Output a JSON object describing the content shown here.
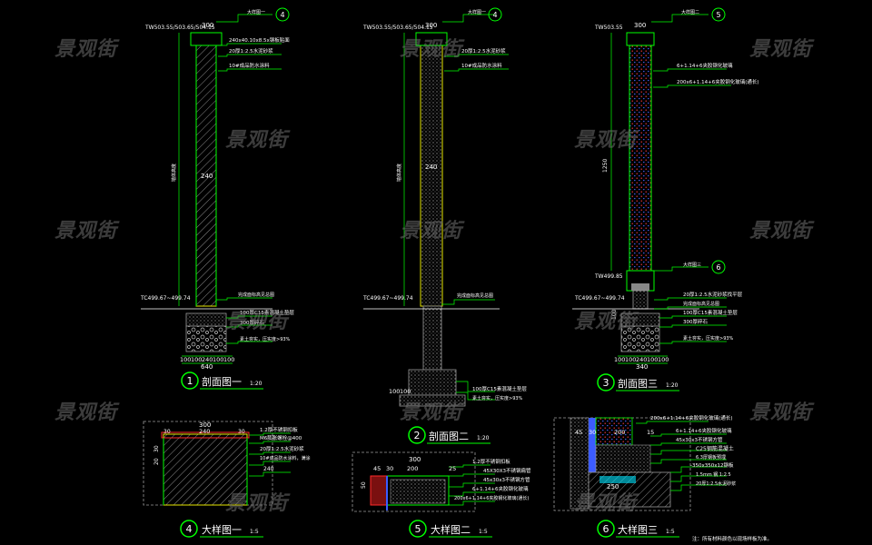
{
  "colors": {
    "background": "#000000",
    "line_green": "#00ff00",
    "line_yellow": "#e6e600",
    "text_white": "#ffffff",
    "hatch_gray": "#9a9a9a",
    "blue": "#3c5cff",
    "red": "#ff2a2a",
    "cyan": "#00e5ff",
    "watermark": "#6e6e6e"
  },
  "watermark": "景观街",
  "section1": {
    "top_elev": "TW503.55/503.65/504.15",
    "dim_top": "300",
    "callout_num": "4",
    "callout_ref": "大样图一",
    "notes": [
      "240x40.10x8.5x钢板贴面",
      "20厚1:2.5水泥砂浆",
      "10#成品防水涂料",
      "240"
    ],
    "left_label": "墙体高度",
    "ground_elev": "TC499.67~499.74",
    "ground_note": "完成面标高见总图",
    "base_notes": [
      "100厚C15素混凝土垫层",
      "300厚碎石"
    ],
    "soil_note": "素土夯实，压实度>93%",
    "base_dims": [
      "100",
      "100",
      "240",
      "100",
      "100"
    ],
    "base_total": "640",
    "title_num": "1",
    "title": "剖面图一",
    "scale": "1:20"
  },
  "section2": {
    "top_elev": "TW503.55/503.65/504.15",
    "dim_top": "300",
    "callout_num": "4",
    "callout_ref": "大样图一",
    "notes": [
      "20厚1:2.5水泥砂浆",
      "10#成品防水涂料"
    ],
    "mid_label": "240",
    "left_label": "墙体高度",
    "ground_elev": "TC499.67~499.74",
    "ground_note": "完成面标高见总图",
    "base_dims": [
      "100",
      "100"
    ],
    "base_notes": [
      "100厚C15素混凝土垫层",
      "素土夯实，压实度>93%"
    ],
    "title_num": "2",
    "title": "剖面图二",
    "scale": "1:20"
  },
  "section3": {
    "top_elev": "TW503.55",
    "dim_top": "300",
    "callout_num": "5",
    "callout_ref": "大样图二",
    "notes": [
      "6+1.14+6夹胶钢化玻璃",
      "200x6+1.14+6夹胶钢化玻璃(通长)"
    ],
    "left_label": "1250",
    "mid_elev": "TW499.85",
    "callout2_num": "6",
    "callout2_ref": "大样图三",
    "ground_elev": "TC499.67~499.74",
    "mid_notes": [
      "20厚1:2.5水泥砂浆找平层",
      "完成面标高见总图",
      "100厚C15素混凝土垫层",
      "300厚碎石"
    ],
    "soil_note": "素土夯实，压实度>93%",
    "side_dim": "100",
    "base_dims": [
      "100",
      "100",
      "240",
      "100",
      "100"
    ],
    "base_total": "340",
    "title_num": "3",
    "title": "剖面图三",
    "scale": "1:20"
  },
  "detail4": {
    "dim_top": "300",
    "dims": [
      "30",
      "240",
      "30"
    ],
    "side_dims": [
      "20",
      "30"
    ],
    "notes": [
      "1.2厚不锈钢扣板",
      "M6膨胀螺栓@400",
      "20厚1:2.5水泥砂浆",
      "10#成品防水涂料，满涂",
      "240"
    ],
    "title_num": "4",
    "title": "大样图一",
    "scale": "1:5"
  },
  "detail5": {
    "dim_top": "300",
    "dims": [
      "45",
      "30",
      "200",
      "25"
    ],
    "side_dim": "50",
    "notes": [
      "1.2厚不锈钢扣板",
      "45X30X3不锈钢扁管",
      "45x30x3不锈钢方管",
      "6+1.14+6夹胶钢化玻璃",
      "200x6+1.14+6夹胶钢化玻璃(通长)"
    ],
    "title_num": "5",
    "title": "大样图二",
    "scale": "1:5"
  },
  "detail6": {
    "dims": [
      "45",
      "30",
      "200",
      "15"
    ],
    "bottom_dim": "250",
    "notes": [
      "200x6+1.14+6夹胶钢化玻璃(通长)",
      "6+1.14+6夹胶钢化玻璃",
      "45x30x3不锈钢方管",
      "C25钢筋混凝土",
      "6.3厚钢板预埋",
      "-350x350x12钢板",
      "1.5mm 钢 1:2.5",
      "20厚1:2.5水泥砂浆"
    ],
    "title_num": "6",
    "title": "大样图三",
    "scale": "1:5"
  },
  "footnote": "注：所有材料颜色以现场样板为准。"
}
